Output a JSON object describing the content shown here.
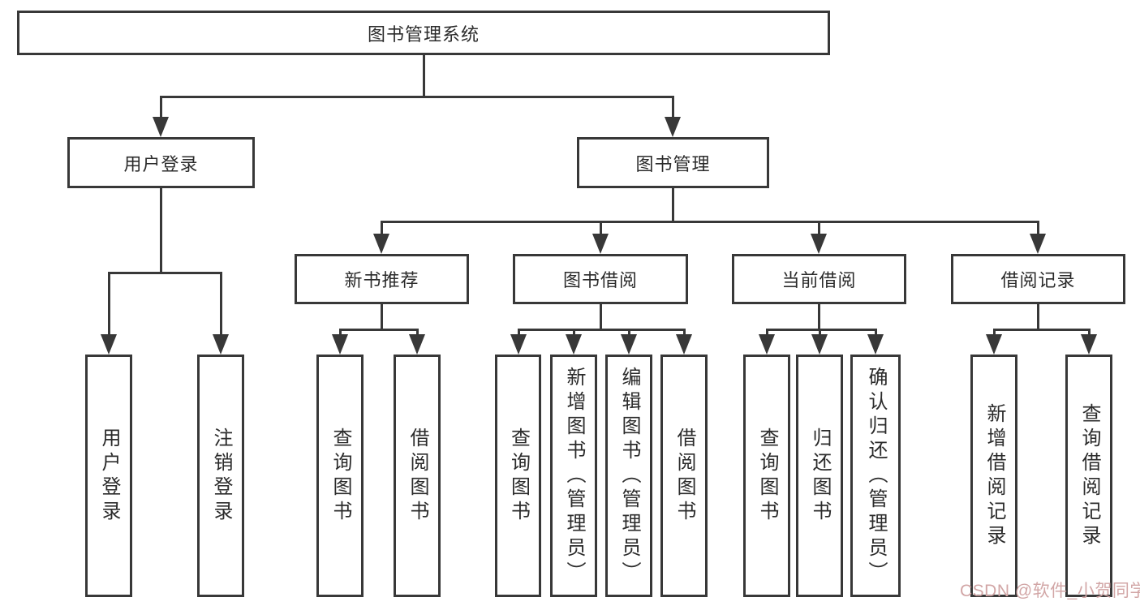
{
  "tree": {
    "root": {
      "label": "图书管理系统"
    },
    "user_login": {
      "label": "用户登录",
      "leaves": [
        {
          "label": "用户登录"
        },
        {
          "label": "注销登录"
        }
      ]
    },
    "book_management": {
      "label": "图书管理",
      "sections": [
        {
          "label": "新书推荐",
          "leaves": [
            {
              "label": "查询图书"
            },
            {
              "label": "借阅图书"
            }
          ]
        },
        {
          "label": "图书借阅",
          "leaves": [
            {
              "label": "查询图书"
            },
            {
              "label": "新增图书（管理员）"
            },
            {
              "label": "编辑图书（管理员）"
            },
            {
              "label": "借阅图书"
            }
          ]
        },
        {
          "label": "当前借阅",
          "leaves": [
            {
              "label": "查询图书"
            },
            {
              "label": "归还图书"
            },
            {
              "label": "确认归还（管理员）"
            }
          ]
        },
        {
          "label": "借阅记录",
          "leaves": [
            {
              "label": "新增借阅记录"
            },
            {
              "label": "查询借阅记录"
            }
          ]
        }
      ]
    }
  },
  "watermark": {
    "text": "CSDN @软件_小贺同学",
    "color": "#d2a6a6"
  },
  "colors": {
    "line": "#383838",
    "box_border": "#383838",
    "box_background": "#ffffff",
    "text": "#2b2b2b",
    "page_background": "#ffffff"
  }
}
